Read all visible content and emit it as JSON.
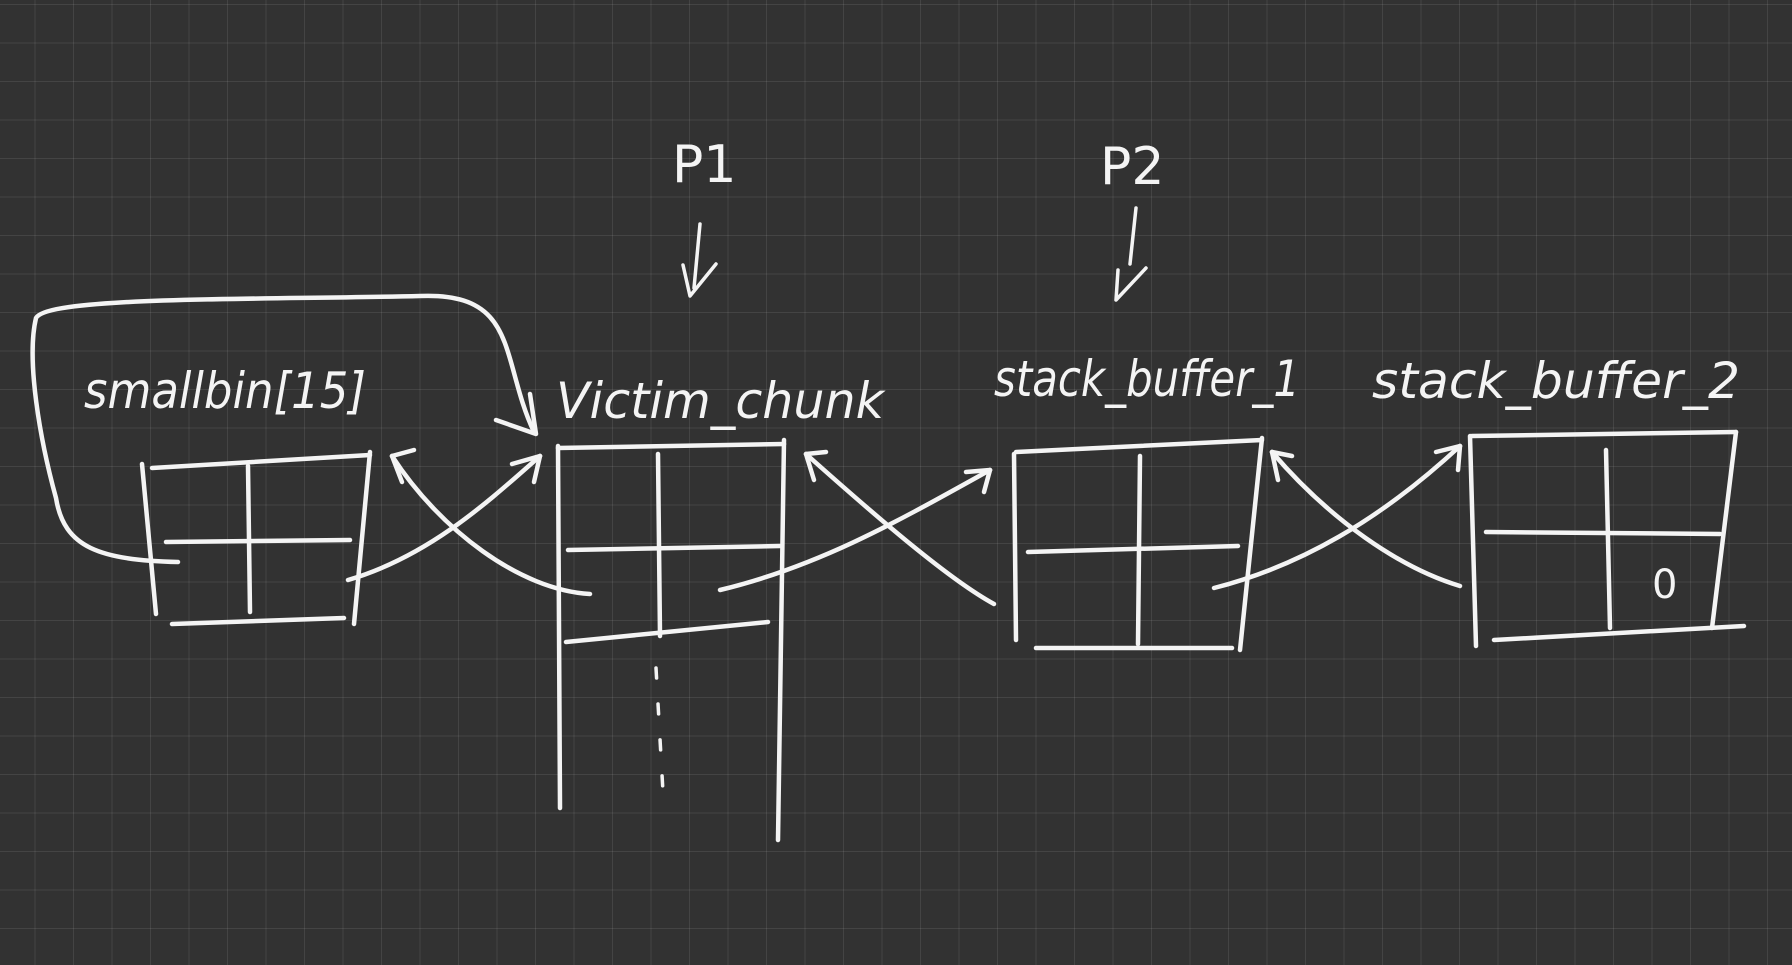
{
  "pointers": {
    "p1": "P1",
    "p2": "P2"
  },
  "nodes": {
    "smallbin": "smallbin[15]",
    "victim": "Victim_chunk",
    "buffer1": "stack_buffer_1",
    "buffer2": "stack_buffer_2"
  },
  "cells": {
    "buffer2_value": "0"
  },
  "colors": {
    "background": "#323232",
    "ink": "#f4f4f4"
  }
}
